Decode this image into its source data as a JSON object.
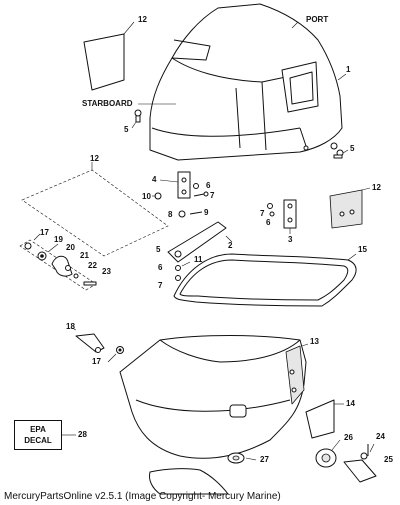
{
  "labels": {
    "port": "PORT",
    "starboard": "STARBOARD",
    "epa_line1": "EPA",
    "epa_line2": "DECAL"
  },
  "callouts": {
    "c1": "1",
    "c2": "2",
    "c3": "3",
    "c4": "4",
    "c5a": "5",
    "c5b": "5",
    "c5c": "5",
    "c6a": "6",
    "c6b": "6",
    "c6c": "6",
    "c7a": "7",
    "c7b": "7",
    "c7c": "7",
    "c8": "8",
    "c9": "9",
    "c10": "10",
    "c11": "11",
    "c12a": "12",
    "c12b": "12",
    "c12c": "12",
    "c13": "13",
    "c14": "14",
    "c15": "15",
    "c17a": "17",
    "c17b": "17",
    "c18": "18",
    "c19": "19",
    "c20": "20",
    "c21": "21",
    "c22": "22",
    "c23": "23",
    "c24": "24",
    "c25": "25",
    "c26": "26",
    "c27": "27",
    "c28": "28"
  },
  "caption": "MercuryPartsOnline v2.5.1 (Image Copyright- Mercury Marine)"
}
